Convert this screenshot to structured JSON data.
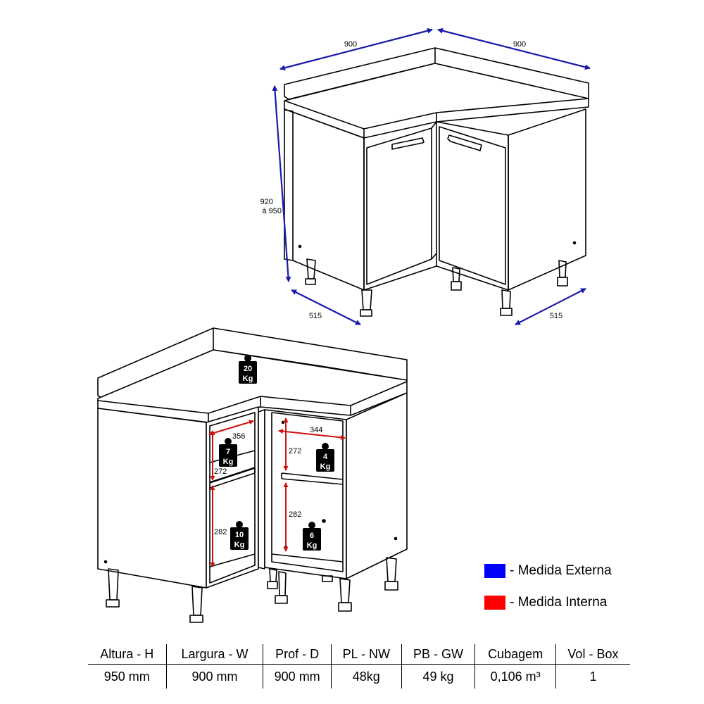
{
  "dimensions_external": {
    "width_left": "900",
    "width_right": "900",
    "height_line1": "920",
    "height_line2": "à 950",
    "depth_left": "515",
    "depth_right": "515"
  },
  "dimensions_internal": {
    "left_shelf_depth": "356",
    "left_upper_height": "272",
    "left_lower_height": "282",
    "right_shelf_width": "344",
    "right_upper_height": "272",
    "right_lower_height": "282"
  },
  "load_badges": {
    "top": {
      "value": "20",
      "unit": "Kg"
    },
    "left_upper": {
      "value": "7",
      "unit": "Kg"
    },
    "left_lower": {
      "value": "10",
      "unit": "Kg"
    },
    "right_upper": {
      "value": "4",
      "unit": "Kg"
    },
    "right_lower": {
      "value": "6",
      "unit": "Kg"
    }
  },
  "legend": {
    "external": {
      "label": "- Medida Externa",
      "color": "#0000ff"
    },
    "internal": {
      "label": "- Medida Interna",
      "color": "#ff0000"
    }
  },
  "specs": {
    "headers": [
      "Altura - H",
      "Largura - W",
      "Prof - D",
      "PL - NW",
      "PB - GW",
      "Cubagem",
      "Vol - Box"
    ],
    "values": [
      "950 mm",
      "900 mm",
      "900 mm",
      "48kg",
      "49 kg",
      "0,106 m³",
      "1"
    ]
  },
  "colors": {
    "external_dim": "#1a1aaa",
    "internal_dim": "#d01010",
    "line": "#000000"
  }
}
